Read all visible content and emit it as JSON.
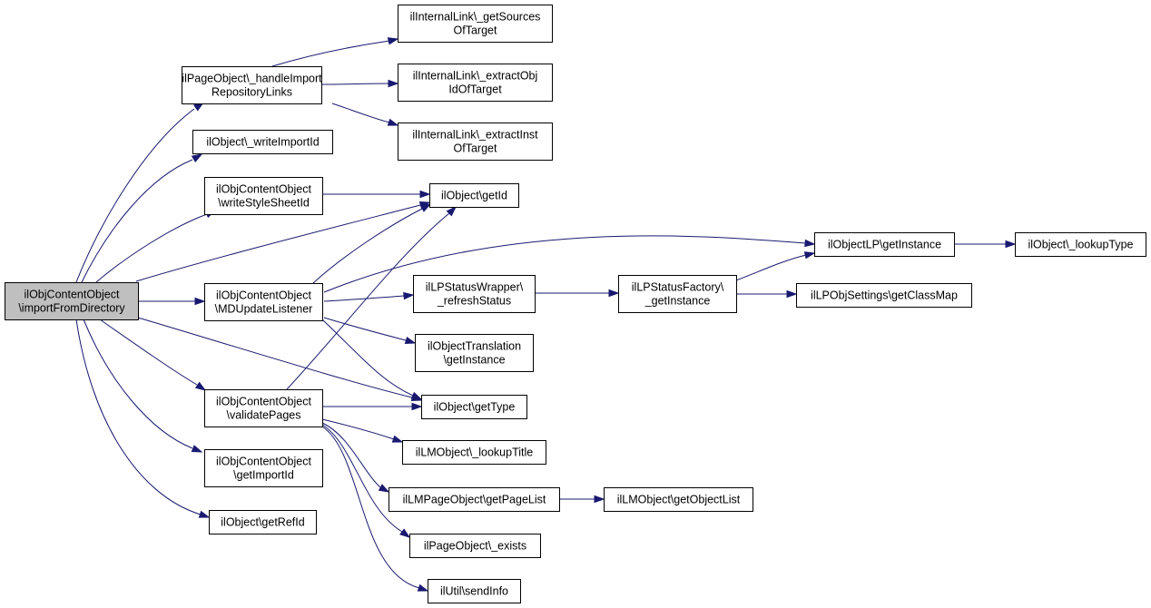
{
  "graph": {
    "colors": {
      "edge": "#191970",
      "node_border": "#000000",
      "node_fill": "#ffffff",
      "root_fill": "#bfbfbf",
      "text": "#000000"
    },
    "nodes": [
      {
        "id": "root",
        "lines": [
          "ilObjContentObject",
          "\\importFromDirectory"
        ],
        "root": true
      },
      {
        "id": "handleImport",
        "lines": [
          "ilPageObject\\_handleImport",
          "RepositoryLinks"
        ]
      },
      {
        "id": "writeImportId",
        "lines": [
          "ilObject\\_writeImportId"
        ]
      },
      {
        "id": "writeStyleSheetId",
        "lines": [
          "ilObjContentObject",
          "\\writeStyleSheetId"
        ]
      },
      {
        "id": "MDUpdateListener",
        "lines": [
          "ilObjContentObject",
          "\\MDUpdateListener"
        ]
      },
      {
        "id": "validatePages",
        "lines": [
          "ilObjContentObject",
          "\\validatePages"
        ]
      },
      {
        "id": "getImportId",
        "lines": [
          "ilObjContentObject",
          "\\getImportId"
        ]
      },
      {
        "id": "getRefId",
        "lines": [
          "ilObject\\getRefId"
        ]
      },
      {
        "id": "getSources",
        "lines": [
          "ilInternalLink\\_getSources",
          "OfTarget"
        ]
      },
      {
        "id": "extractObj",
        "lines": [
          "ilInternalLink\\_extractObj",
          "IdOfTarget"
        ]
      },
      {
        "id": "extractInst",
        "lines": [
          "ilInternalLink\\_extractInst",
          "OfTarget"
        ]
      },
      {
        "id": "getId",
        "lines": [
          "ilObject\\getId"
        ]
      },
      {
        "id": "refreshStatus",
        "lines": [
          "ilLPStatusWrapper\\",
          "_refreshStatus"
        ]
      },
      {
        "id": "translationGetInstance",
        "lines": [
          "ilObjectTranslation",
          "\\getInstance"
        ]
      },
      {
        "id": "getType",
        "lines": [
          "ilObject\\getType"
        ]
      },
      {
        "id": "lookupTitle",
        "lines": [
          "ilLMObject\\_lookupTitle"
        ]
      },
      {
        "id": "getPageList",
        "lines": [
          "ilLMPageObject\\getPageList"
        ]
      },
      {
        "id": "exists",
        "lines": [
          "ilPageObject\\_exists"
        ]
      },
      {
        "id": "sendInfo",
        "lines": [
          "ilUtil\\sendInfo"
        ]
      },
      {
        "id": "statusFactory",
        "lines": [
          "ilLPStatusFactory\\",
          "_getInstance"
        ]
      },
      {
        "id": "objectLPGetInstance",
        "lines": [
          "ilObjectLP\\getInstance"
        ]
      },
      {
        "id": "getClassMap",
        "lines": [
          "ilLPObjSettings\\getClassMap"
        ]
      },
      {
        "id": "lookupType",
        "lines": [
          "ilObject\\_lookupType"
        ]
      },
      {
        "id": "getObjectList",
        "lines": [
          "ilLMObject\\getObjectList"
        ]
      }
    ],
    "edges": [
      {
        "from": "root",
        "to": "handleImport"
      },
      {
        "from": "root",
        "to": "writeImportId"
      },
      {
        "from": "root",
        "to": "writeStyleSheetId"
      },
      {
        "from": "root",
        "to": "getId"
      },
      {
        "from": "root",
        "to": "MDUpdateListener"
      },
      {
        "from": "root",
        "to": "getType"
      },
      {
        "from": "root",
        "to": "validatePages"
      },
      {
        "from": "root",
        "to": "getImportId"
      },
      {
        "from": "root",
        "to": "getRefId"
      },
      {
        "from": "handleImport",
        "to": "getSources"
      },
      {
        "from": "handleImport",
        "to": "extractObj"
      },
      {
        "from": "handleImport",
        "to": "extractInst"
      },
      {
        "from": "writeStyleSheetId",
        "to": "getId"
      },
      {
        "from": "MDUpdateListener",
        "to": "getId"
      },
      {
        "from": "MDUpdateListener",
        "to": "objectLPGetInstance"
      },
      {
        "from": "MDUpdateListener",
        "to": "refreshStatus"
      },
      {
        "from": "MDUpdateListener",
        "to": "translationGetInstance"
      },
      {
        "from": "MDUpdateListener",
        "to": "getType"
      },
      {
        "from": "validatePages",
        "to": "getId"
      },
      {
        "from": "validatePages",
        "to": "getType"
      },
      {
        "from": "validatePages",
        "to": "lookupTitle"
      },
      {
        "from": "validatePages",
        "to": "getPageList"
      },
      {
        "from": "validatePages",
        "to": "exists"
      },
      {
        "from": "validatePages",
        "to": "sendInfo"
      },
      {
        "from": "refreshStatus",
        "to": "statusFactory"
      },
      {
        "from": "statusFactory",
        "to": "objectLPGetInstance"
      },
      {
        "from": "statusFactory",
        "to": "getClassMap"
      },
      {
        "from": "objectLPGetInstance",
        "to": "lookupType"
      },
      {
        "from": "getPageList",
        "to": "getObjectList"
      }
    ]
  }
}
